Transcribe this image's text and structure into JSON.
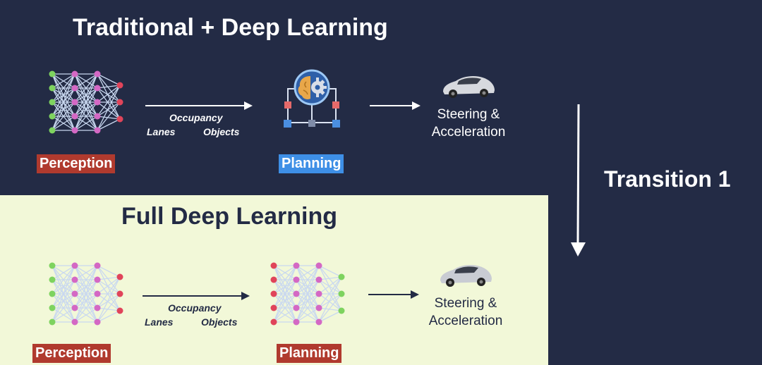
{
  "colors": {
    "dark_bg": "#232b45",
    "light_panel": "#f2f8d8",
    "node_green": "#7ed35f",
    "node_pink": "#d468c4",
    "node_red": "#e0445a",
    "edge": "#c9d8f0",
    "perception_badge": "#b03a2e",
    "planning_badge_blue": "#3e8fe6"
  },
  "top": {
    "title": "Traditional + Deep Learning",
    "perception_label": "Perception",
    "planning_label": "Planning",
    "interface_labels": {
      "occupancy": "Occupancy",
      "lanes": "Lanes",
      "objects": "Objects"
    },
    "output_line1": "Steering &",
    "output_line2": "Acceleration",
    "icons": [
      "neural-network-icon",
      "brain-gear-planning-icon",
      "car-icon"
    ]
  },
  "transition": {
    "label": "Transition 1"
  },
  "bottom": {
    "title": "Full Deep Learning",
    "perception_label": "Perception",
    "planning_label": "Planning",
    "interface_labels": {
      "occupancy": "Occupancy",
      "lanes": "Lanes",
      "objects": "Objects"
    },
    "output_line1": "Steering &",
    "output_line2": "Acceleration",
    "icons": [
      "neural-network-icon",
      "neural-network-icon",
      "car-icon"
    ]
  }
}
